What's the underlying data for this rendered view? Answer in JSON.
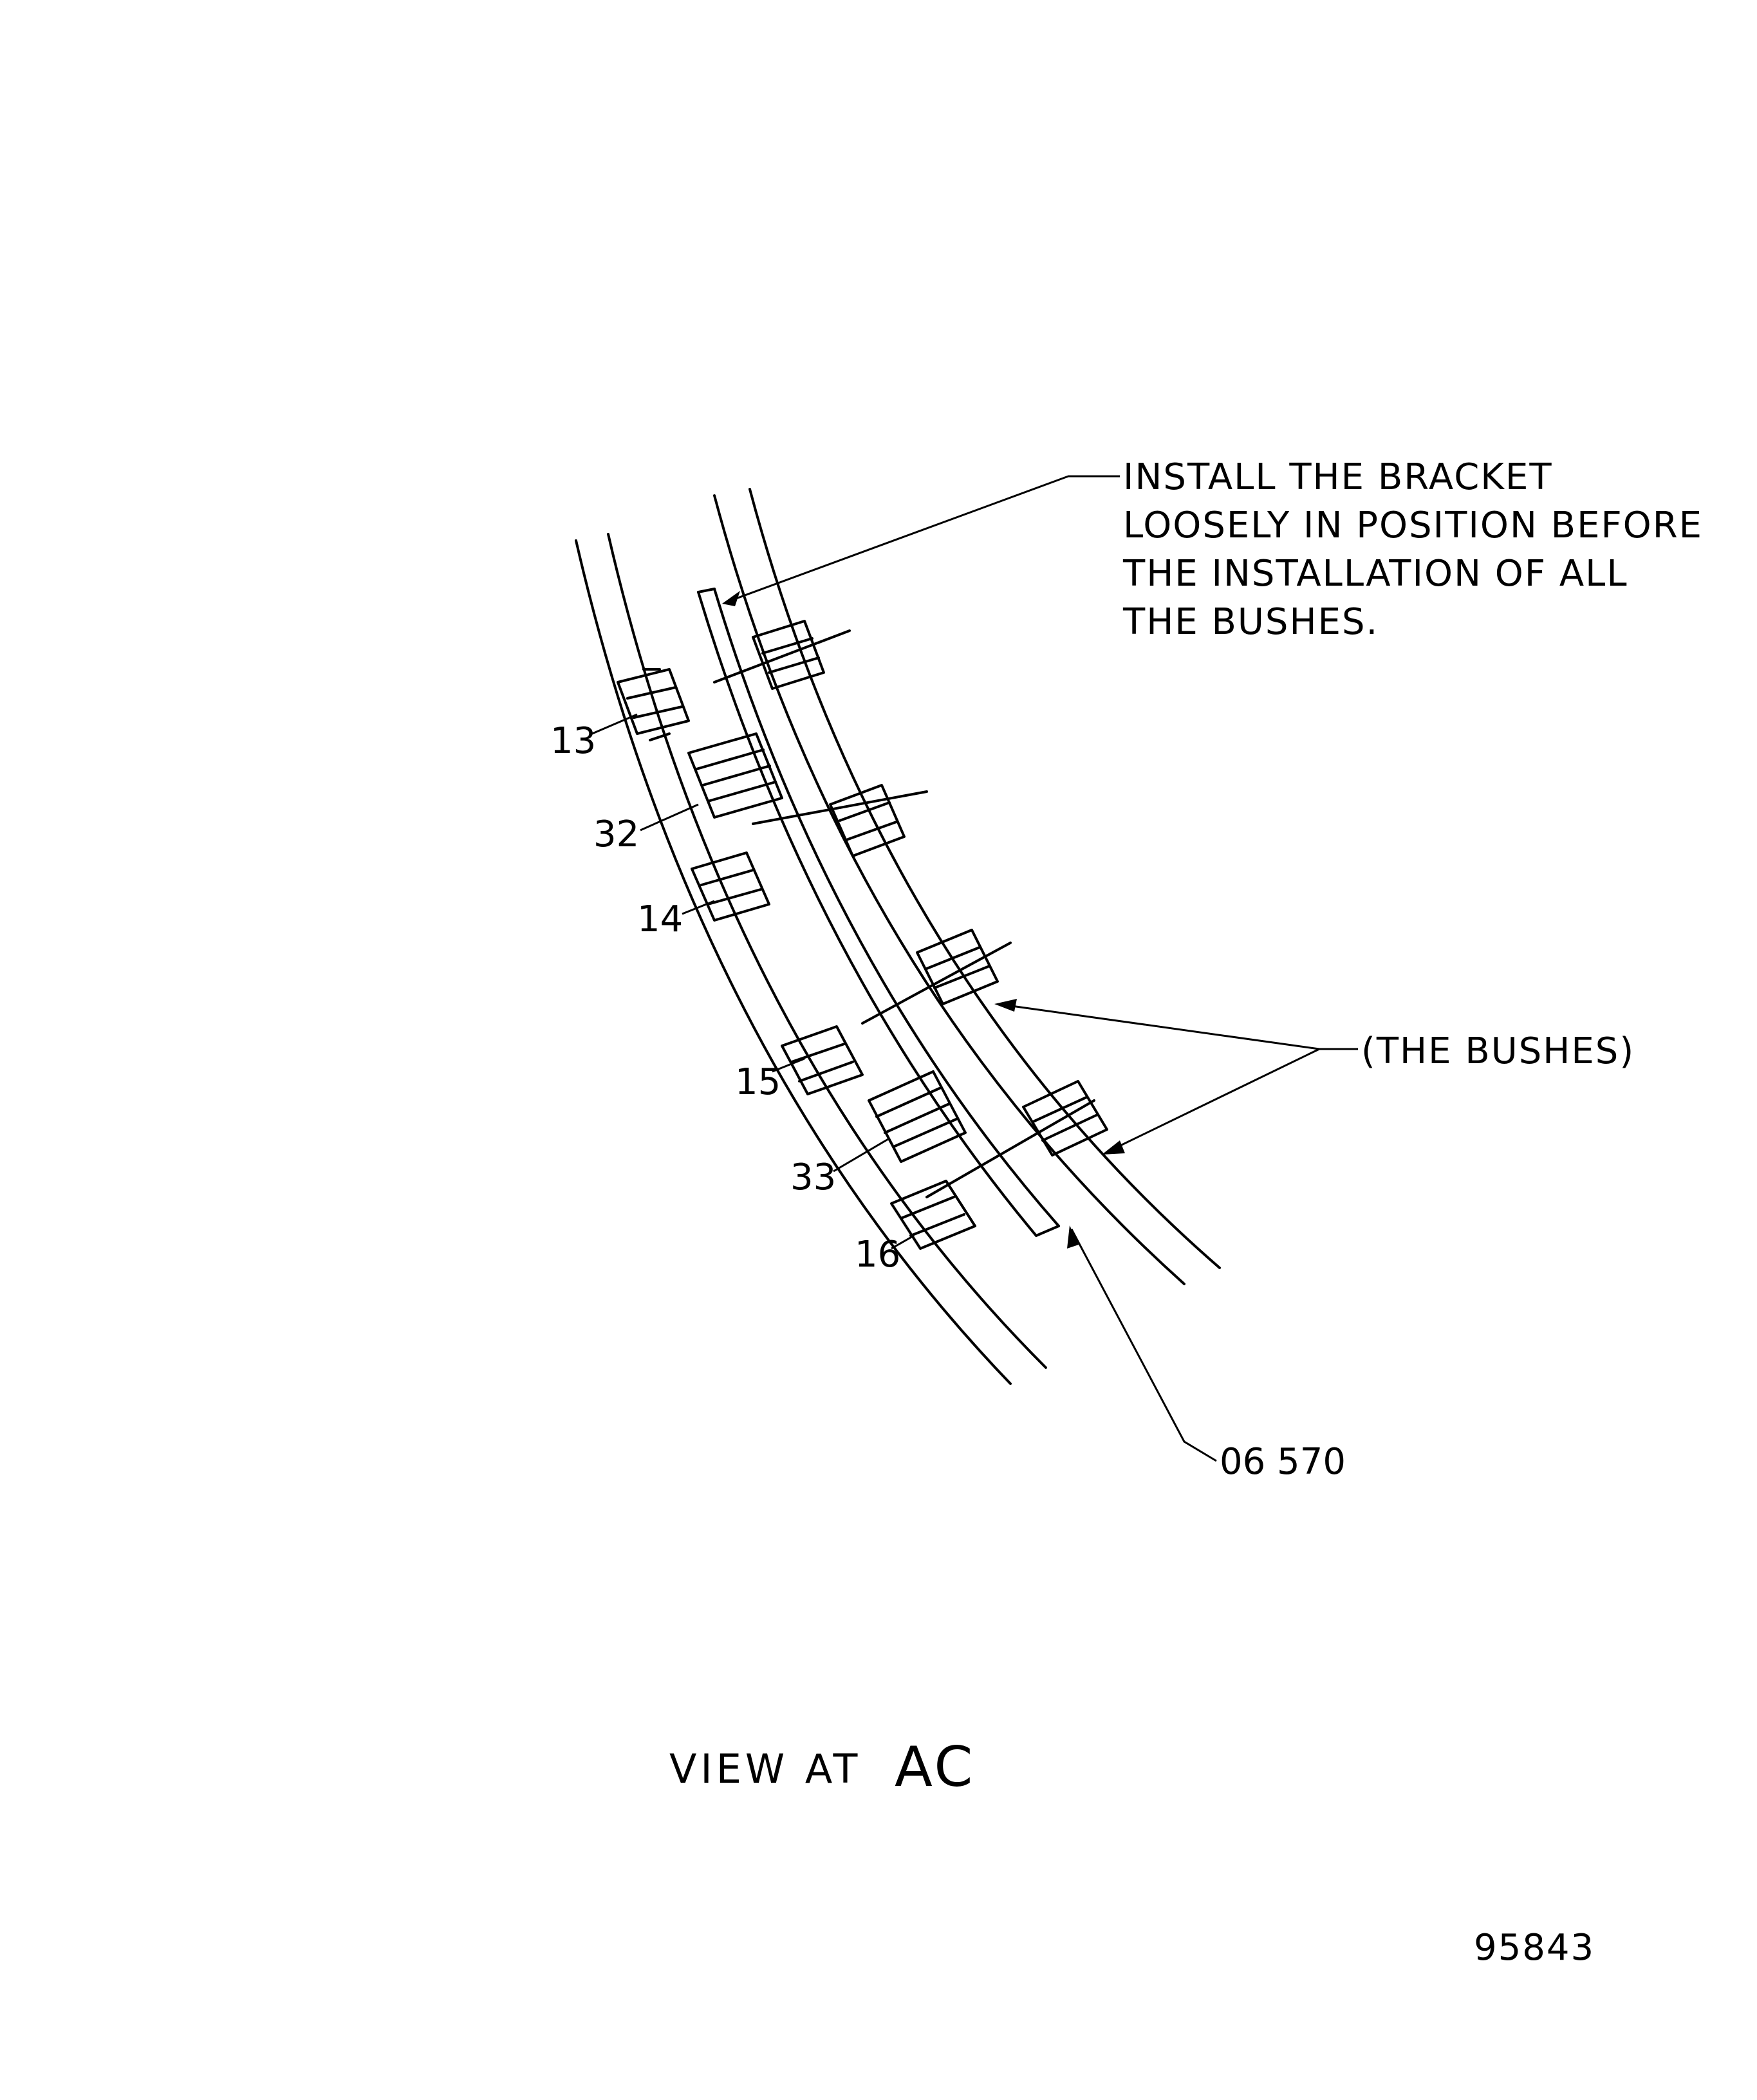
{
  "note": {
    "lines": [
      "INSTALL THE BRACKET",
      "LOOSELY IN POSITION BEFORE",
      "THE INSTALLATION OF ALL",
      "THE BUSHES."
    ]
  },
  "bushes_label": "(THE BUSHES)",
  "part_labels": {
    "p13": "13",
    "p32": "32",
    "p14": "14",
    "p15": "15",
    "p33": "33",
    "p16": "16",
    "bracket": "06 570"
  },
  "view_title": {
    "prefix": "VIEW AT",
    "letters": "AC"
  },
  "figure_number": "95843"
}
